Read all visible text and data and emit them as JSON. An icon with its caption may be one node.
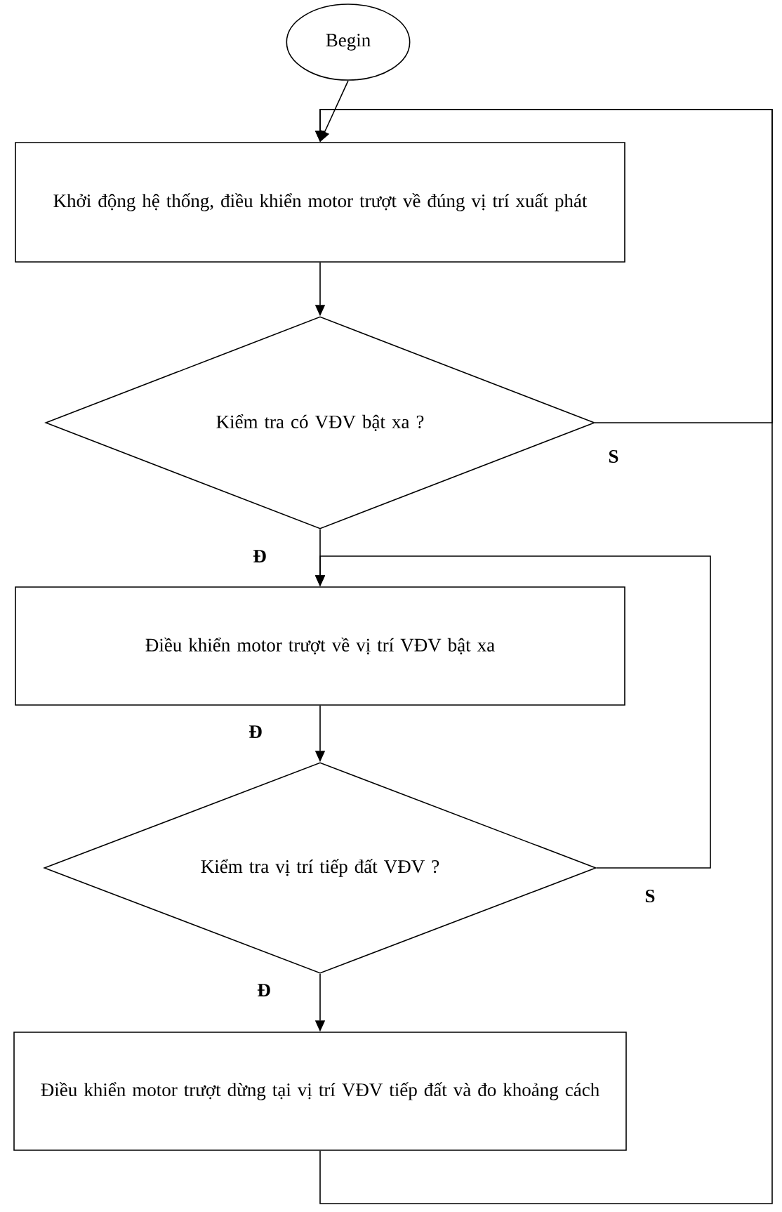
{
  "diagram": {
    "nodes": [
      {
        "text": [
          "Begin"
        ]
      },
      {
        "text": [
          "Khởi động hệ thống, điều khiển motor trượt về đúng vị trí xuất phát"
        ]
      },
      {
        "text": [
          "Kiểm tra có VĐV bật xa ?"
        ]
      },
      {
        "text": [
          "Điều khiển motor trượt về vị trí VĐV bật xa"
        ]
      },
      {
        "text": [
          "Kiểm tra vị trí tiếp đất VĐV ?"
        ]
      },
      {
        "text": [
          "Điều khiển motor trượt dừng tại vị trí VĐV tiếp đất và đo khoảng cách"
        ]
      }
    ],
    "edges": [
      {
        "from": 0,
        "to": 1,
        "arrow": "to"
      },
      {
        "from": 1,
        "to": 2,
        "arrow": "to"
      },
      {
        "from": 2,
        "to": 1,
        "arrow": "to",
        "label": "S"
      },
      {
        "from": 2,
        "to": 3,
        "arrow": "to",
        "label": "Đ"
      },
      {
        "from": 3,
        "to": 4,
        "arrow": "to",
        "label": "Đ"
      },
      {
        "from": 4,
        "to": 3,
        "arrow": "to",
        "label": "S"
      },
      {
        "from": 4,
        "to": 5,
        "arrow": "to",
        "label": "Đ"
      },
      {
        "from": 5,
        "to": 1,
        "arrow": "to"
      }
    ]
  }
}
